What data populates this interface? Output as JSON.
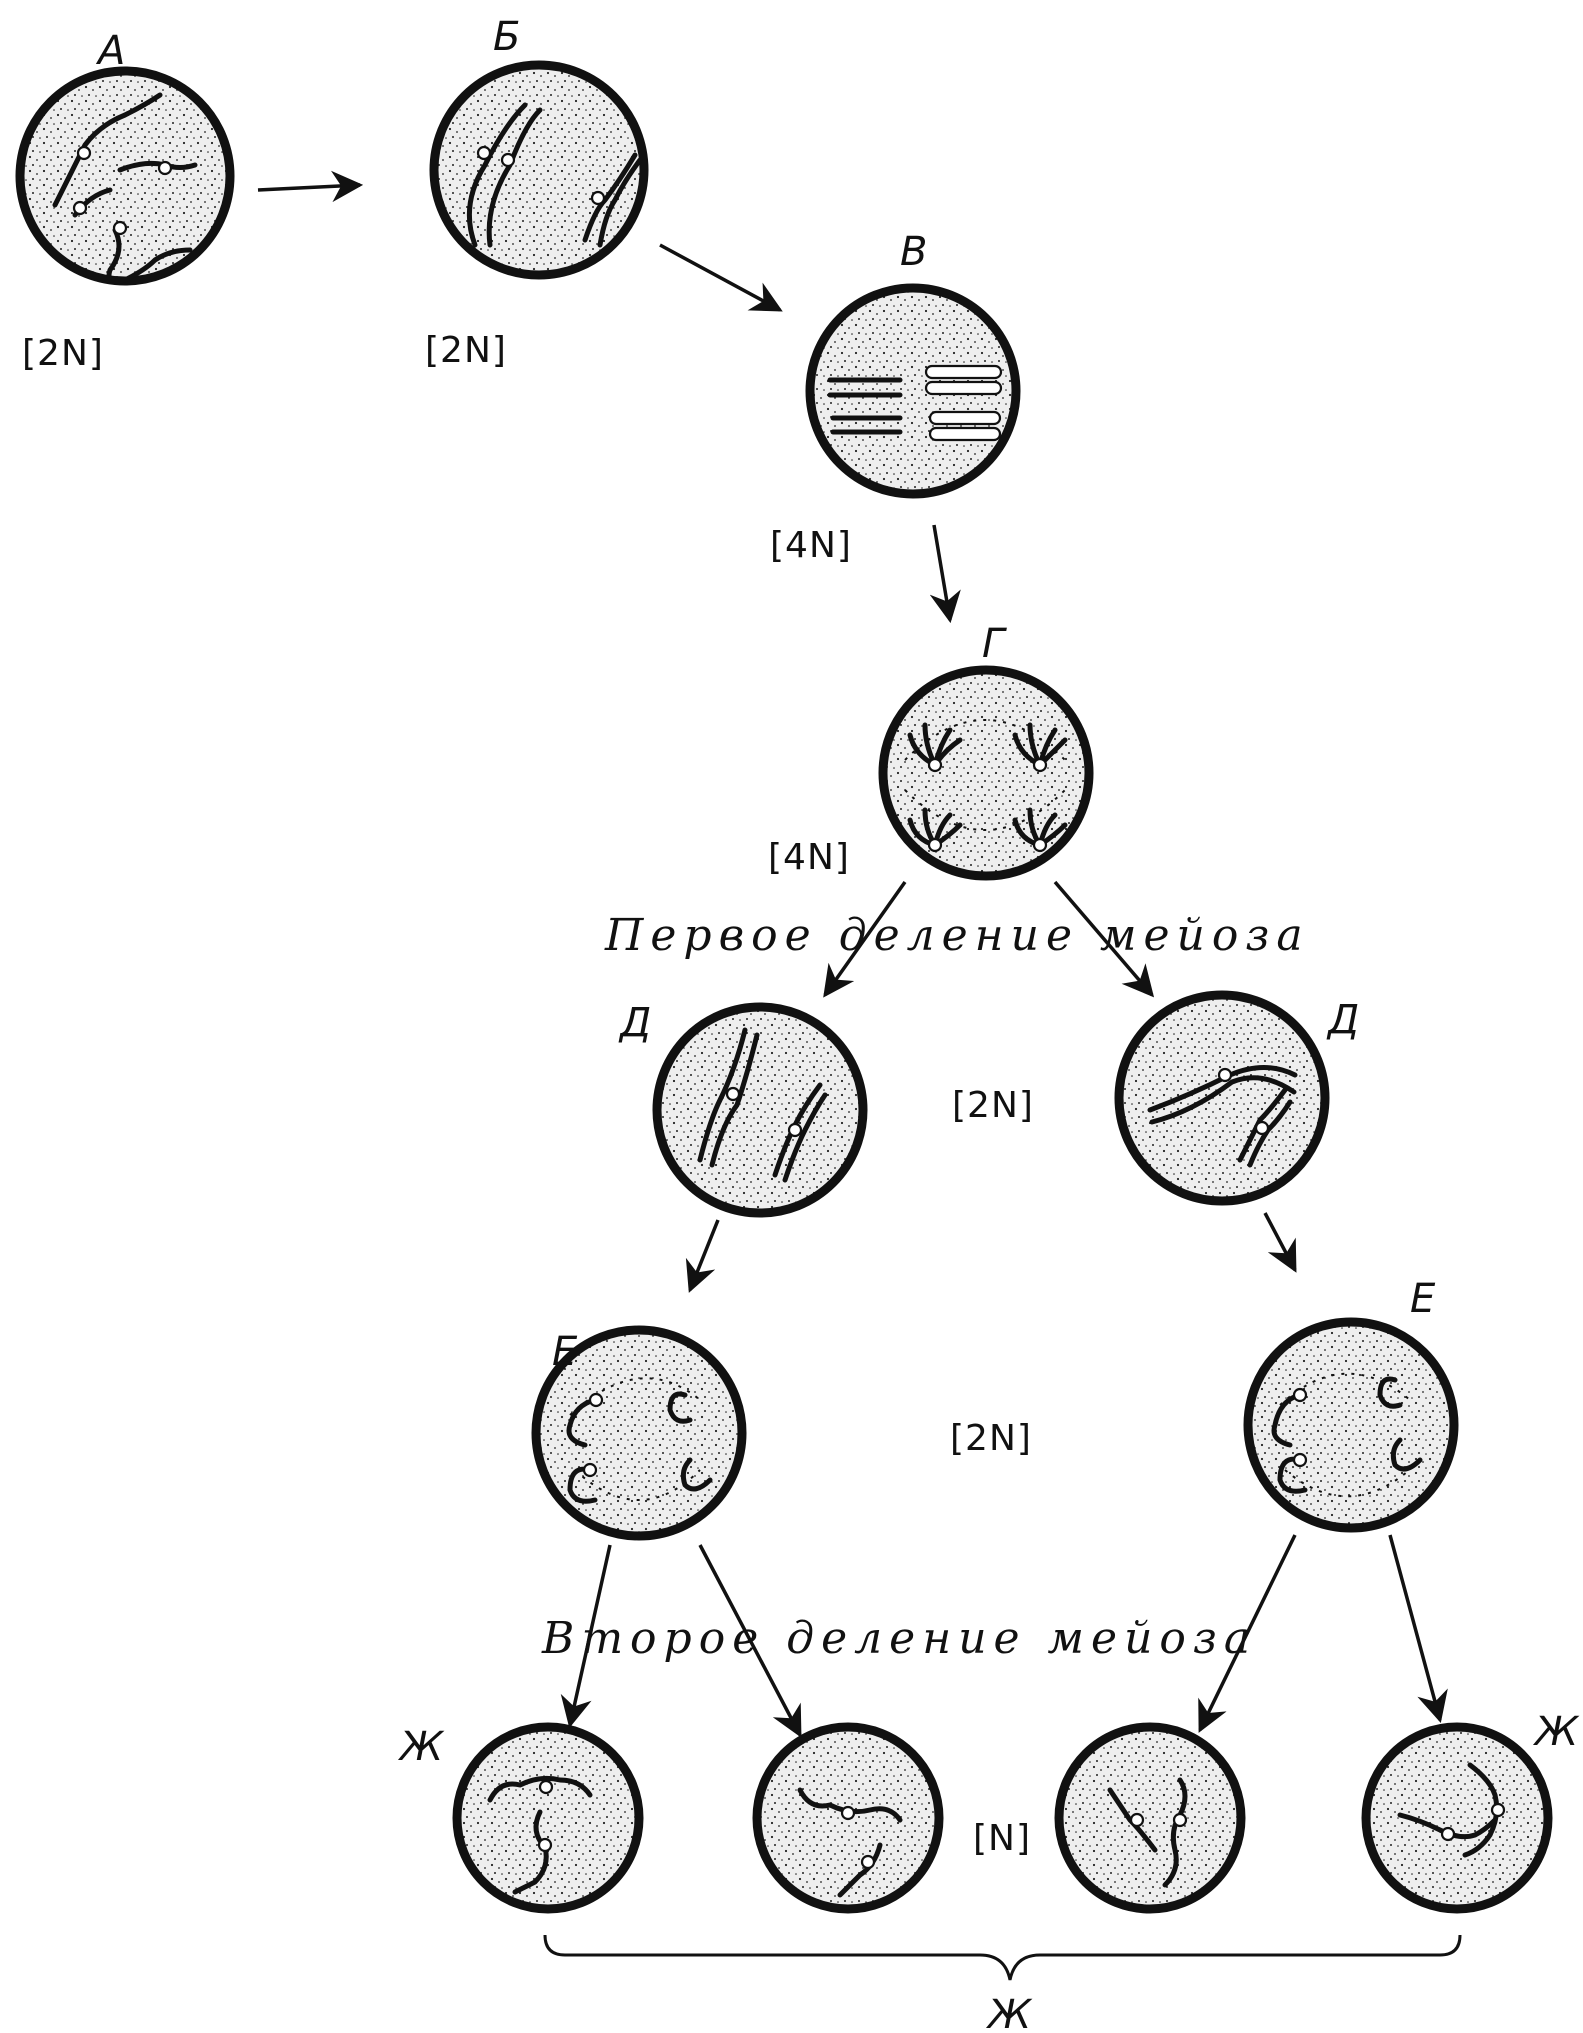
{
  "stages": {
    "a": "А",
    "b": "Б",
    "v": "В",
    "g": "Г",
    "d": "Д",
    "e": "Е",
    "zh": "Ж"
  },
  "ploidy": {
    "two_n": "[2N]",
    "four_n": "[4N]",
    "one_n": "[N]"
  },
  "captions": {
    "first_division": "Первое деление мейоза",
    "second_division": "Второе деление мейоза"
  },
  "colors": {
    "ink": "#111111",
    "cell_fill": "#e9e9e9",
    "background": "#ffffff"
  }
}
